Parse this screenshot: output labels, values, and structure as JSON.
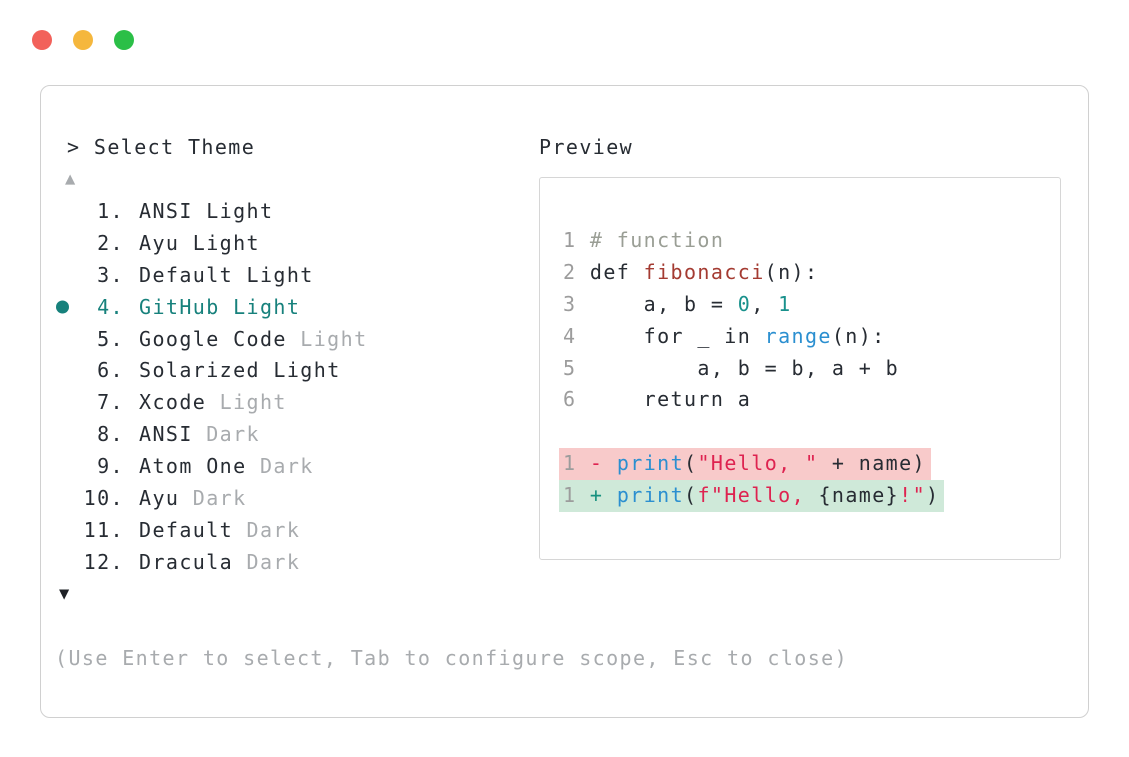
{
  "window": {
    "controls": [
      {
        "id": "close",
        "color_key": "tl_red"
      },
      {
        "id": "minimize",
        "color_key": "tl_yellow"
      },
      {
        "id": "zoom",
        "color_key": "tl_green"
      }
    ]
  },
  "theme_picker": {
    "prompt": "> Select Theme",
    "scroll_up": "▲",
    "scroll_down": "▼",
    "items": [
      {
        "number": "1.",
        "name": "ANSI",
        "variant": "Light",
        "variant_muted": false,
        "selected": false
      },
      {
        "number": "2.",
        "name": "Ayu",
        "variant": "Light",
        "variant_muted": false,
        "selected": false
      },
      {
        "number": "3.",
        "name": "Default",
        "variant": "Light",
        "variant_muted": false,
        "selected": false
      },
      {
        "number": "4.",
        "name": "GitHub",
        "variant": "Light",
        "variant_muted": false,
        "selected": true
      },
      {
        "number": "5.",
        "name": "Google Code",
        "variant": "Light",
        "variant_muted": true,
        "selected": false
      },
      {
        "number": "6.",
        "name": "Solarized",
        "variant": "Light",
        "variant_muted": false,
        "selected": false
      },
      {
        "number": "7.",
        "name": "Xcode",
        "variant": "Light",
        "variant_muted": true,
        "selected": false
      },
      {
        "number": "8.",
        "name": "ANSI",
        "variant": "Dark",
        "variant_muted": true,
        "selected": false
      },
      {
        "number": "9.",
        "name": "Atom One",
        "variant": "Dark",
        "variant_muted": true,
        "selected": false
      },
      {
        "number": "10.",
        "name": "Ayu",
        "variant": "Dark",
        "variant_muted": true,
        "selected": false
      },
      {
        "number": "11.",
        "name": "Default",
        "variant": "Dark",
        "variant_muted": true,
        "selected": false
      },
      {
        "number": "12.",
        "name": "Dracula",
        "variant": "Dark",
        "variant_muted": true,
        "selected": false
      }
    ],
    "hint": "(Use Enter to select, Tab to configure scope, Esc to close)"
  },
  "preview": {
    "title": "Preview",
    "lines": [
      {
        "highlight": null,
        "tokens": [
          {
            "c": "num",
            "t": "1"
          },
          {
            "c": "plain",
            "t": " "
          },
          {
            "c": "comment",
            "t": "# function"
          }
        ]
      },
      {
        "highlight": null,
        "tokens": [
          {
            "c": "num",
            "t": "2"
          },
          {
            "c": "plain",
            "t": " def "
          },
          {
            "c": "fn",
            "t": "fibonacci"
          },
          {
            "c": "plain",
            "t": "(n):"
          }
        ]
      },
      {
        "highlight": null,
        "tokens": [
          {
            "c": "num",
            "t": "3"
          },
          {
            "c": "plain",
            "t": "     a, b = "
          },
          {
            "c": "numlit",
            "t": "0"
          },
          {
            "c": "plain",
            "t": ", "
          },
          {
            "c": "numlit",
            "t": "1"
          }
        ]
      },
      {
        "highlight": null,
        "tokens": [
          {
            "c": "num",
            "t": "4"
          },
          {
            "c": "plain",
            "t": "     for _ in "
          },
          {
            "c": "builtin",
            "t": "range"
          },
          {
            "c": "plain",
            "t": "(n):"
          }
        ]
      },
      {
        "highlight": null,
        "tokens": [
          {
            "c": "num",
            "t": "5"
          },
          {
            "c": "plain",
            "t": "         a, b = b, a + b"
          }
        ]
      },
      {
        "highlight": null,
        "tokens": [
          {
            "c": "num",
            "t": "6"
          },
          {
            "c": "plain",
            "t": "     return a"
          }
        ]
      },
      {
        "highlight": null,
        "tokens": []
      },
      {
        "highlight": "removed",
        "tokens": [
          {
            "c": "num",
            "t": "1"
          },
          {
            "c": "plain",
            "t": " "
          },
          {
            "c": "minus",
            "t": "-"
          },
          {
            "c": "plain",
            "t": " "
          },
          {
            "c": "builtin",
            "t": "print"
          },
          {
            "c": "plain",
            "t": "("
          },
          {
            "c": "str",
            "t": "\"Hello, \""
          },
          {
            "c": "plain",
            "t": " + name)"
          }
        ]
      },
      {
        "highlight": "added",
        "tokens": [
          {
            "c": "num",
            "t": "1"
          },
          {
            "c": "plain",
            "t": " "
          },
          {
            "c": "plus",
            "t": "+"
          },
          {
            "c": "plain",
            "t": " "
          },
          {
            "c": "builtin",
            "t": "print"
          },
          {
            "c": "plain",
            "t": "("
          },
          {
            "c": "str",
            "t": "f\"Hello, "
          },
          {
            "c": "plain",
            "t": "{name}"
          },
          {
            "c": "str",
            "t": "!\""
          },
          {
            "c": "plain",
            "t": ")"
          }
        ]
      }
    ]
  },
  "colors": {
    "tl_red": "#f2615a",
    "tl_yellow": "#f5b73d",
    "tl_green": "#2bbf47",
    "accent_teal": "#17817c",
    "text_dark": "#272c33",
    "text_muted": "#a8abae",
    "panel_border": "#d0d0d0",
    "preview_border": "#d6d6d6",
    "comment": "#9a9e95",
    "line_number": "#9c9c9c",
    "function_red": "#a43b32",
    "number_teal": "#19918c",
    "builtin_blue": "#2b8fd0",
    "string_crimson": "#de2350",
    "diff_minus": "#de2350",
    "diff_plus": "#17917f",
    "diff_removed_bg": "#f8caca",
    "diff_added_bg": "#cfe9d9"
  }
}
